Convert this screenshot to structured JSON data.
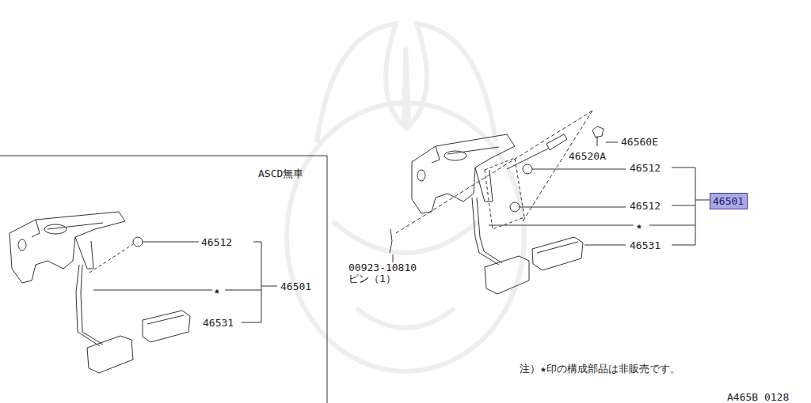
{
  "diagram": {
    "nodes": [
      {
        "text": [
          "46501"
        ]
      }
    ],
    "labels": [
      "46560E",
      "46520A",
      "46512",
      "46512",
      "★",
      "46531",
      "ASCD無車",
      "46512",
      "★",
      "46501",
      "46531",
      "00923-10810",
      "ピン（1）",
      "注）★印の構成部品は非販売です。",
      "A465B 0128"
    ]
  }
}
